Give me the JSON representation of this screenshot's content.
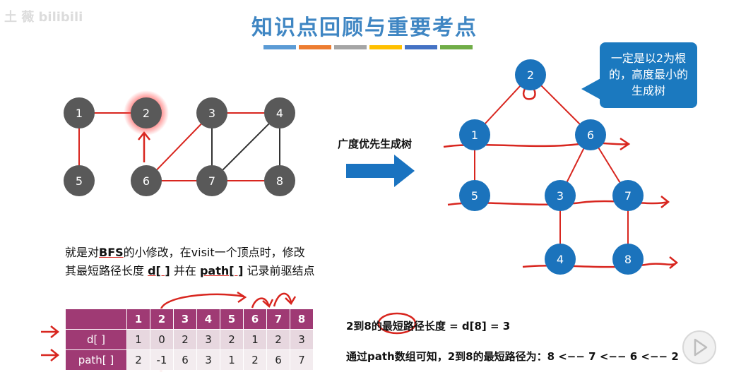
{
  "title": "知识点回顾与重要考点",
  "watermark": "土 薇 bilibili",
  "color_bar": [
    "#5b9bd5",
    "#ed7d31",
    "#a5a5a5",
    "#ffc000",
    "#4472c4",
    "#70ad47"
  ],
  "graph": {
    "nodes": [
      "1",
      "2",
      "3",
      "4",
      "5",
      "6",
      "7",
      "8"
    ],
    "highlighted_node": "2"
  },
  "arrow_label": "广度优先生成树",
  "callout": {
    "line1": "一定是以2为根",
    "line2": "的，高度最小的",
    "line3": "生成树"
  },
  "tree": {
    "nodes": [
      "2",
      "1",
      "6",
      "5",
      "3",
      "7",
      "4",
      "8"
    ]
  },
  "description": {
    "line1_pre": "就是对",
    "line1_bfs": "BFS",
    "line1_post": "的小修改，在visit一个顶点时，修改",
    "line2_pre": "其最短路径长度 ",
    "line2_d": "d[ ]",
    "line2_mid": " 并在 ",
    "line2_path": "path[ ]",
    "line2_post": " 记录前驱结点"
  },
  "table": {
    "headers": [
      "1",
      "2",
      "3",
      "4",
      "5",
      "6",
      "7",
      "8"
    ],
    "rows": [
      {
        "label": "d[ ]",
        "values": [
          "1",
          "0",
          "2",
          "3",
          "2",
          "1",
          "2",
          "3"
        ]
      },
      {
        "label": "path[ ]",
        "values": [
          "2",
          "-1",
          "6",
          "3",
          "1",
          "2",
          "6",
          "7"
        ]
      }
    ]
  },
  "result": {
    "line1": "2到8的最短路径长度 = d[8] = 3",
    "line2": "通过path数组可知，2到8的最短路径为：8 <−− 7 <−− 6 <−− 2"
  }
}
